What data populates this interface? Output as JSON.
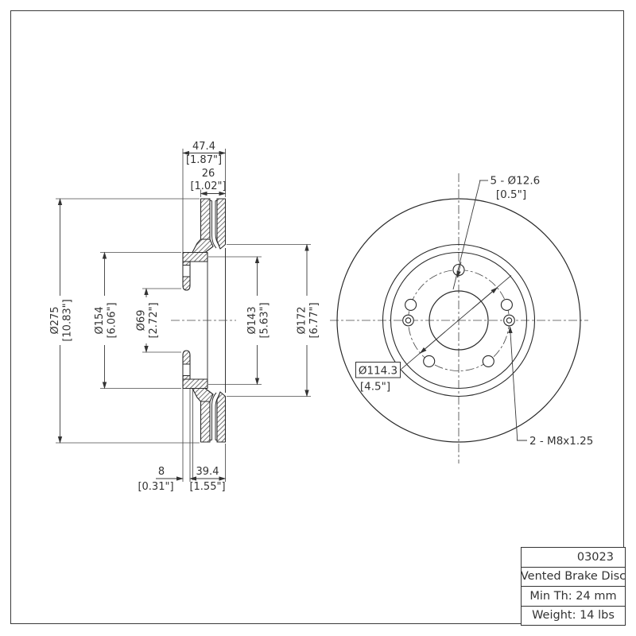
{
  "table": {
    "part_number": "03023",
    "product": "Vented Brake Disc",
    "min_th": "Min Th: 24 mm",
    "weight": "Weight: 14 lbs"
  },
  "section": {
    "width_mm": "47.4",
    "width_in": "[1.87\"]",
    "thickness_mm": "26",
    "thickness_in": "[1.02\"]",
    "od_mm": "Ø275",
    "od_in": "[10.83\"]",
    "hat_mm": "Ø154",
    "hat_in": "[6.06\"]",
    "bore_mm": "Ø69",
    "bore_in": "[2.72\"]",
    "face_mm": "Ø143",
    "face_in": "[5.63\"]",
    "inner_mm": "Ø172",
    "inner_in": "[6.77\"]",
    "wall_mm": "8",
    "wall_in": "[0.31\"]",
    "offset_mm": "39.4",
    "offset_in": "[1.55\"]"
  },
  "front": {
    "holes": "5 - Ø12.6",
    "holes_in": "[0.5\"]",
    "bcd": "Ø114.3",
    "bcd_in": "[4.5\"]",
    "thread": "2 - M8x1.25"
  }
}
